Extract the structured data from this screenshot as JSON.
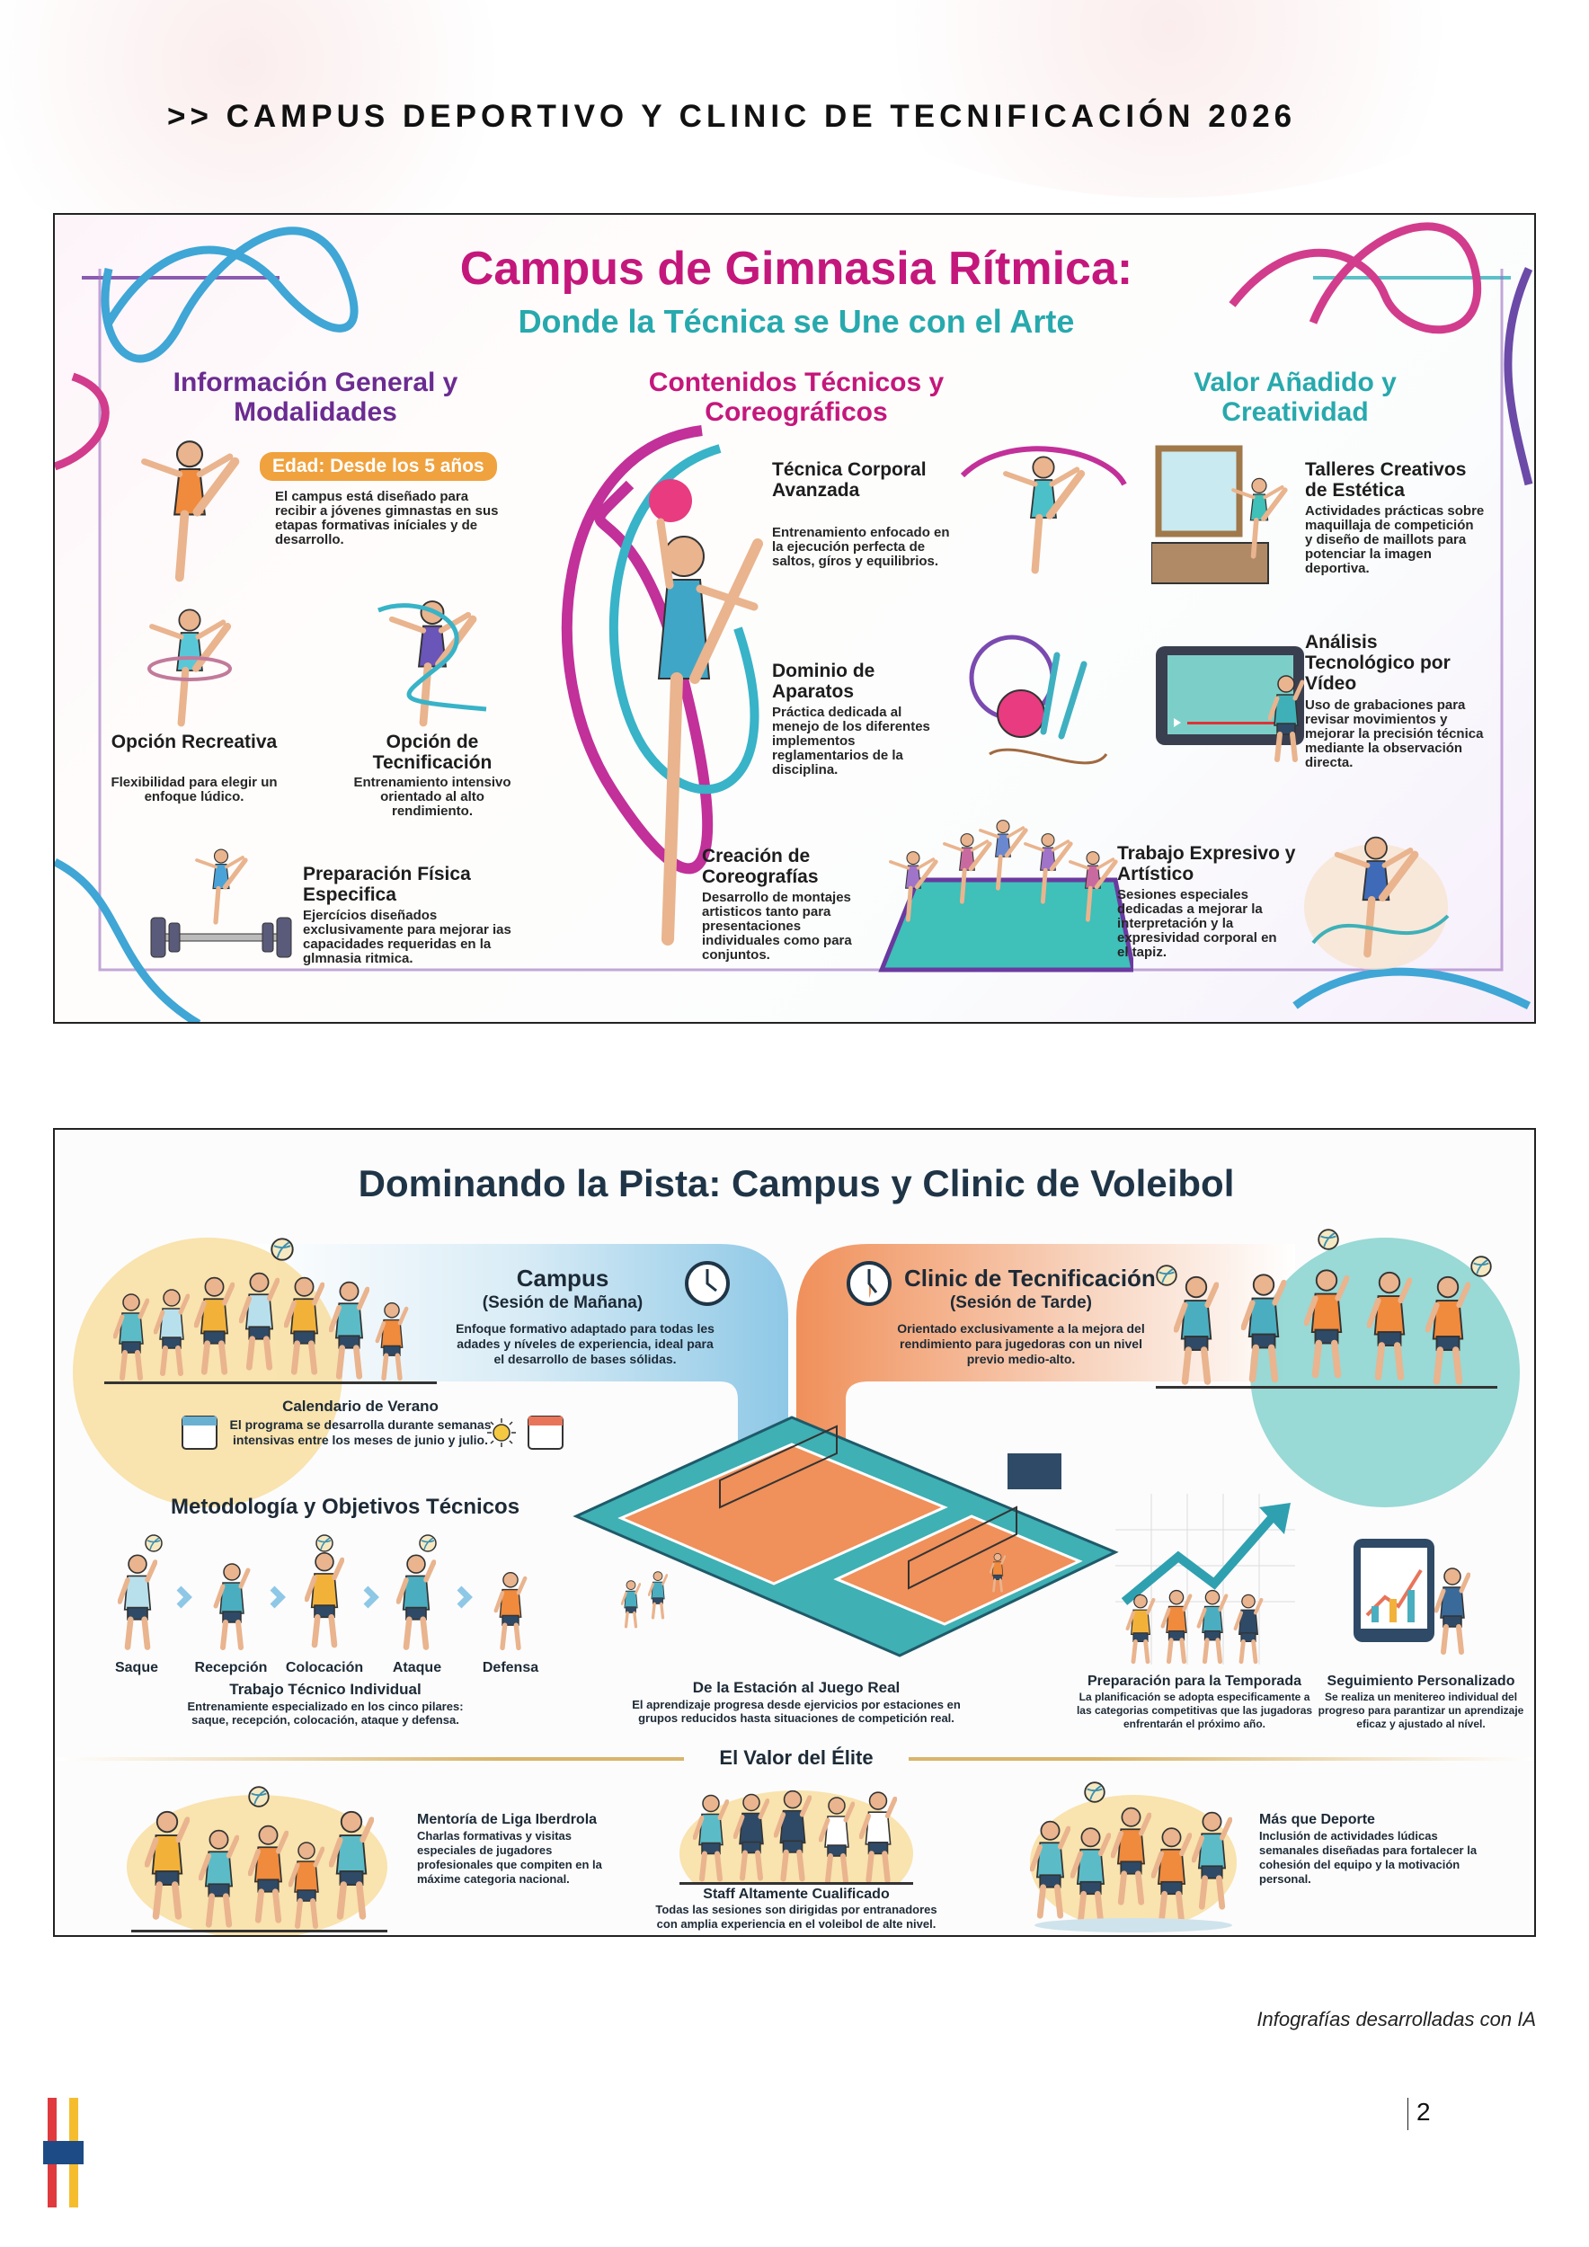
{
  "header": {
    "title": ">> CAMPUS DEPORTIVO Y CLINIC DE TECNIFICACIÓN 2026"
  },
  "gym": {
    "title": "Campus de Gimnasia Rítmica:",
    "subtitle": "Donde la Técnica se Une con el Arte",
    "colors": {
      "title": "#c4177c",
      "subtitle": "#27a9ad",
      "purple": "#6b2c91",
      "orange": "#f0a23e"
    },
    "col1": {
      "heading": "Información General y Modalidades",
      "age_badge": "Edad: Desde los 5 años",
      "age_text": "El campus está diseñado para recibir a jóvenes gimnastas en sus etapas formativas iníciales y de desarrollo.",
      "recreativa_title": "Opción Recreativa",
      "recreativa_text": "Flexibilidad para elegir un enfoque lúdico.",
      "tecnificacion_title": "Opción de Tecnificación",
      "tecnificacion_text": "Entrenamiento intensivo orientado al alto rendimiento.",
      "fisica_title": "Preparación Física Especifica",
      "fisica_text": "Ejercícios diseñados exclusivamente para mejorar ias capacidades requeridas en la glmnasia ritmica."
    },
    "col2": {
      "heading": "Contenidos Técnicos y Coreográficos",
      "tecnica_title": "Técnica Corporal Avanzada",
      "tecnica_text": "Entrenamiento enfocado en la ejecución perfecta de saltos, gíros y equilibrios.",
      "dominio_title": "Dominio de Aparatos",
      "dominio_text": "Práctica dedicada al menejo de los diferentes implementos reglamentarios de la disciplina.",
      "creacion_title": "Creación de Coreografías",
      "creacion_text": "Desarrollo de montajes artisticos tanto para presentaciones individuales como para conjuntos."
    },
    "col3": {
      "heading": "Valor Añadido y Creatividad",
      "talleres_title": "Talleres Creativos de Estética",
      "talleres_text": "Actividades prácticas sobre maquillaja de competición y diseño de maillots para potenciar la imagen deportiva.",
      "analisis_title": "Análisis Tecnológico por Vídeo",
      "analisis_text": "Uso de grabaciones para revisar movimientos y mejorar la precisión técnica mediante la observación directa.",
      "expresivo_title": "Trabajo Expresivo y Artístico",
      "expresivo_text": "Sesiones especiales dedicadas a mejorar la interpretación y la expresividad corporal en el tapiz."
    }
  },
  "volley": {
    "title": "Dominando la Pista: Campus y Clinic de Voleibol",
    "colors": {
      "navy": "#1f3547",
      "blue": "#8ec8e6",
      "orange": "#f0905a",
      "teal": "#3fb0b3"
    },
    "campus": {
      "title": "Campus",
      "session": "(Sesión de Mañana)",
      "text": "Enfoque formativo adaptado para todas les adades y níveles de experiencia, ideal para el desarrollo de bases sólidas."
    },
    "clinic": {
      "title": "Clinic de Tecnificación",
      "session": "(Sesión de Tarde)",
      "text": "Orientado exclusivamente a la mejora del rendimiento para jugedoras con un nivel previo medio-alto."
    },
    "calendar": {
      "title": "Calendario de Verano",
      "text": "El programa se desarrolla durante semanas intensivas entre los meses de junio y julio."
    },
    "method": {
      "heading": "Metodología y Objetivos Técnicos",
      "steps": [
        "Saque",
        "Recepción",
        "Colocación",
        "Ataque",
        "Defensa"
      ],
      "title": "Trabajo Técnico Individual",
      "text": "Entrenamiente especializado en los cinco pilares: saque, recepción, colocación, ataque y defensa."
    },
    "station": {
      "title": "De la Estación al Juego Real",
      "text": "El aprendizaje progresa desde ejervicios por estaciones en grupos reducidos hasta situaciones de competición real."
    },
    "season": {
      "title": "Preparación para la Temporada",
      "text": "La planificación se adopta especificamente a las categorias competitivas que las jugadoras enfrentarán el próximo año."
    },
    "tracking": {
      "title": "Seguimiento Personalizado",
      "text": "Se realiza un menitereo individual del progreso para parantizar un aprendizaje eficaz y ajustado al nível."
    },
    "elite": {
      "heading": "El Valor del Élite",
      "mentoria_title": "Mentoría de Liga Iberdrola",
      "mentoria_text": "Charlas formativas y visitas especiales de jugadores profesionales que compiten en la máxime categoria nacional.",
      "staff_title": "Staff Altamente Cualificado",
      "staff_text": "Todas las sesiones son dirigidas por entranadores con amplia experiencia en el voleibol de alte nivel.",
      "deporte_title": "Más que Deporte",
      "deporte_text": "Inclusión de actividades lúdicas semanales diseñadas para fortalecer la cohesión del equipo y la motivación personal."
    }
  },
  "footer": {
    "credit": "Infografías desarrolladas con IA",
    "page": "2"
  }
}
